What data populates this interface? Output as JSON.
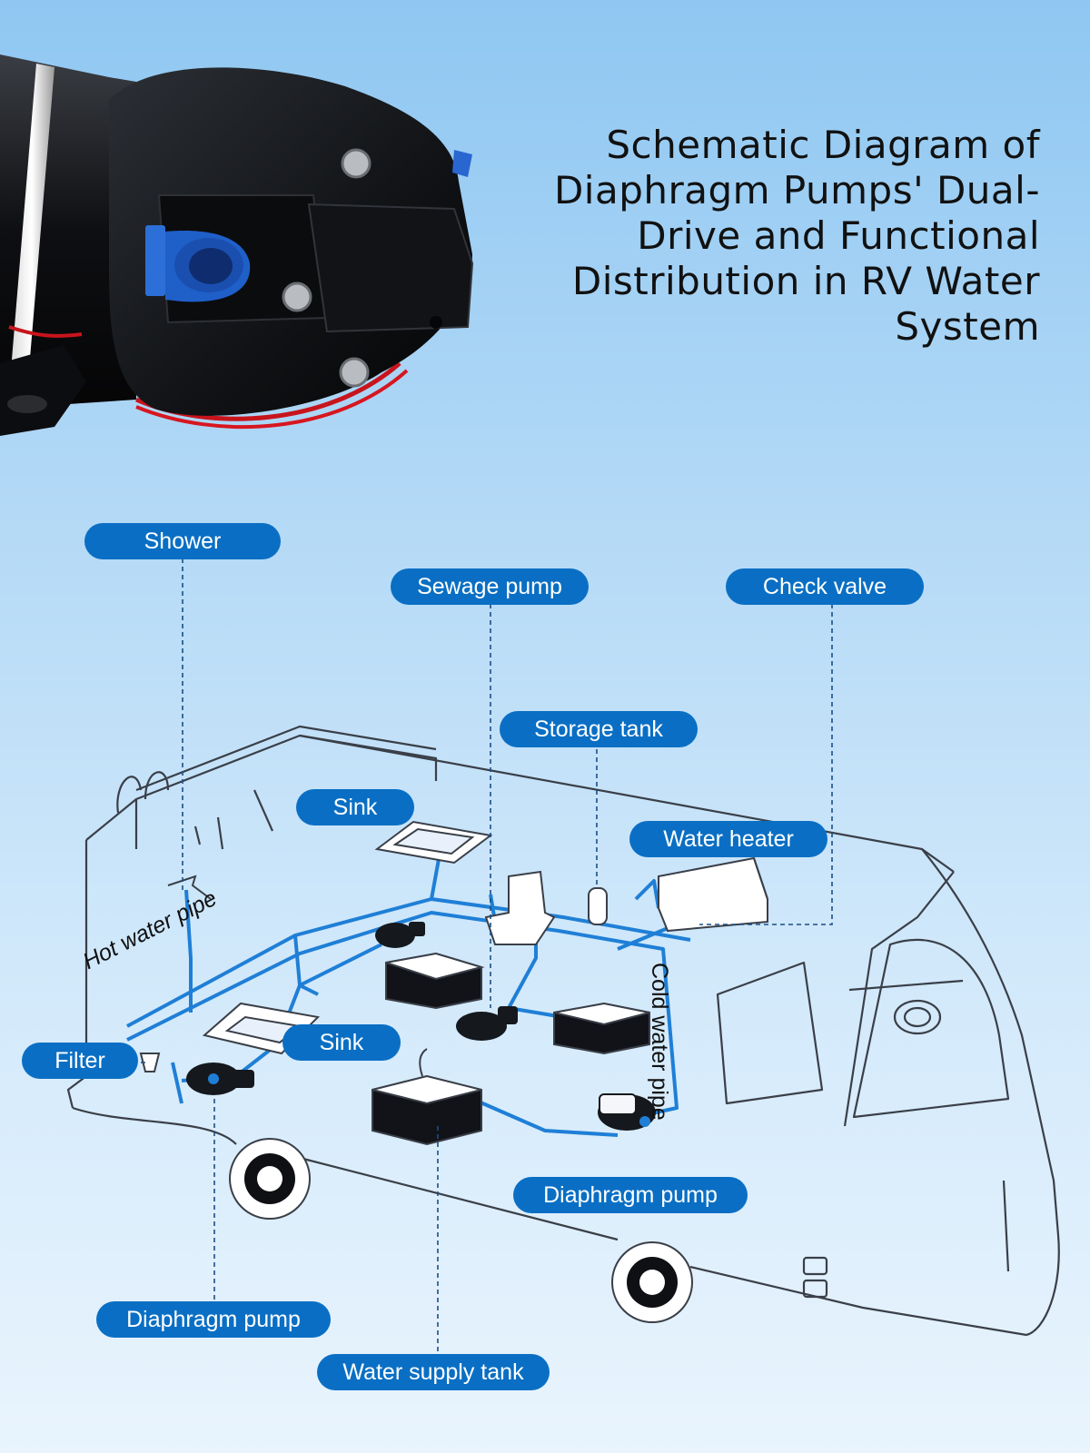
{
  "title": "Schematic Diagram of Diaphragm Pumps' Dual-Drive and Functional Distribution in RV Water System",
  "labels": {
    "shower": "Shower",
    "sewage_pump": "Sewage pump",
    "check_valve": "Check valve",
    "storage_tank": "Storage tank",
    "sink_top": "Sink",
    "water_heater": "Water heater",
    "filter": "Filter",
    "sink_mid": "Sink",
    "diaphragm_pump_right": "Diaphragm pump",
    "diaphragm_pump_left": "Diaphragm pump",
    "water_supply_tank": "Water supply tank"
  },
  "pipe_labels": {
    "hot": "Hot water pipe",
    "cold": "Cold water pipe"
  },
  "colors": {
    "label_bg": "#0a6fc4",
    "pipe": "#1f7fd6",
    "outline": "#3a3f48",
    "pump_body": "#15181d"
  }
}
